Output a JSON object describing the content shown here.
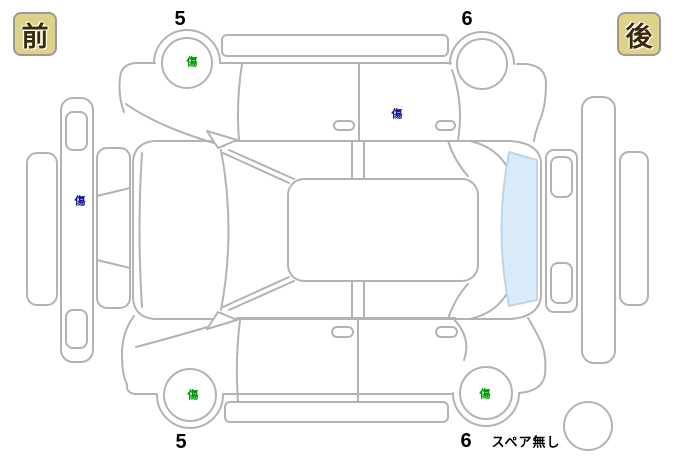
{
  "diagram": {
    "type": "vehicle-inspection-unfolded-diagram",
    "orientation": {
      "front_badge": "前",
      "rear_badge": "後"
    },
    "spare": {
      "note": "スペア無し"
    },
    "wheel_numbers": [
      {
        "id": "top-front-wheel",
        "value": "5"
      },
      {
        "id": "top-rear-wheel",
        "value": "6"
      },
      {
        "id": "bottom-front-wheel",
        "value": "5"
      },
      {
        "id": "bottom-rear-wheel",
        "value": "6"
      }
    ],
    "marks": [
      {
        "id": "scratch-top-front-wheel",
        "text": "傷",
        "color": "green",
        "location": "top side view front wheel"
      },
      {
        "id": "scratch-top-rear-door",
        "text": "傷",
        "color": "blue",
        "location": "top side view rear door"
      },
      {
        "id": "scratch-front-panel",
        "text": "傷",
        "color": "blue",
        "location": "front panel between headlights"
      },
      {
        "id": "scratch-bottom-front-wheel",
        "text": "傷",
        "color": "green",
        "location": "bottom side view front wheel"
      },
      {
        "id": "scratch-bottom-rear-wheel",
        "text": "傷",
        "color": "green",
        "location": "bottom side view rear wheel"
      }
    ]
  },
  "colors": {
    "outline": "#b3b3b3",
    "rear_glass_fill": "#d9eaf8",
    "badge_background": "#ded289",
    "badge_border": "#9a9a9a",
    "badge_text": "#3b2a07",
    "number_text": "#000000",
    "scratch_green": "#009900",
    "scratch_blue": "#1a1a99"
  }
}
